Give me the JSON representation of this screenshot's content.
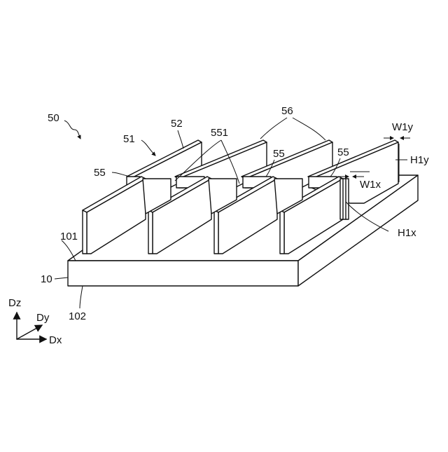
{
  "labels": {
    "l50": "50",
    "l51": "51",
    "l52": "52",
    "l551": "551",
    "l56": "56",
    "l55a": "55",
    "l55b": "55",
    "l55c": "55",
    "lW1y": "W1y",
    "lH1y": "H1y",
    "lW1x": "W1x",
    "lH1x": "H1x",
    "l101": "101",
    "l10": "10",
    "l102": "102"
  },
  "axes": {
    "z": "Dz",
    "y": "Dy",
    "x": "Dx"
  }
}
